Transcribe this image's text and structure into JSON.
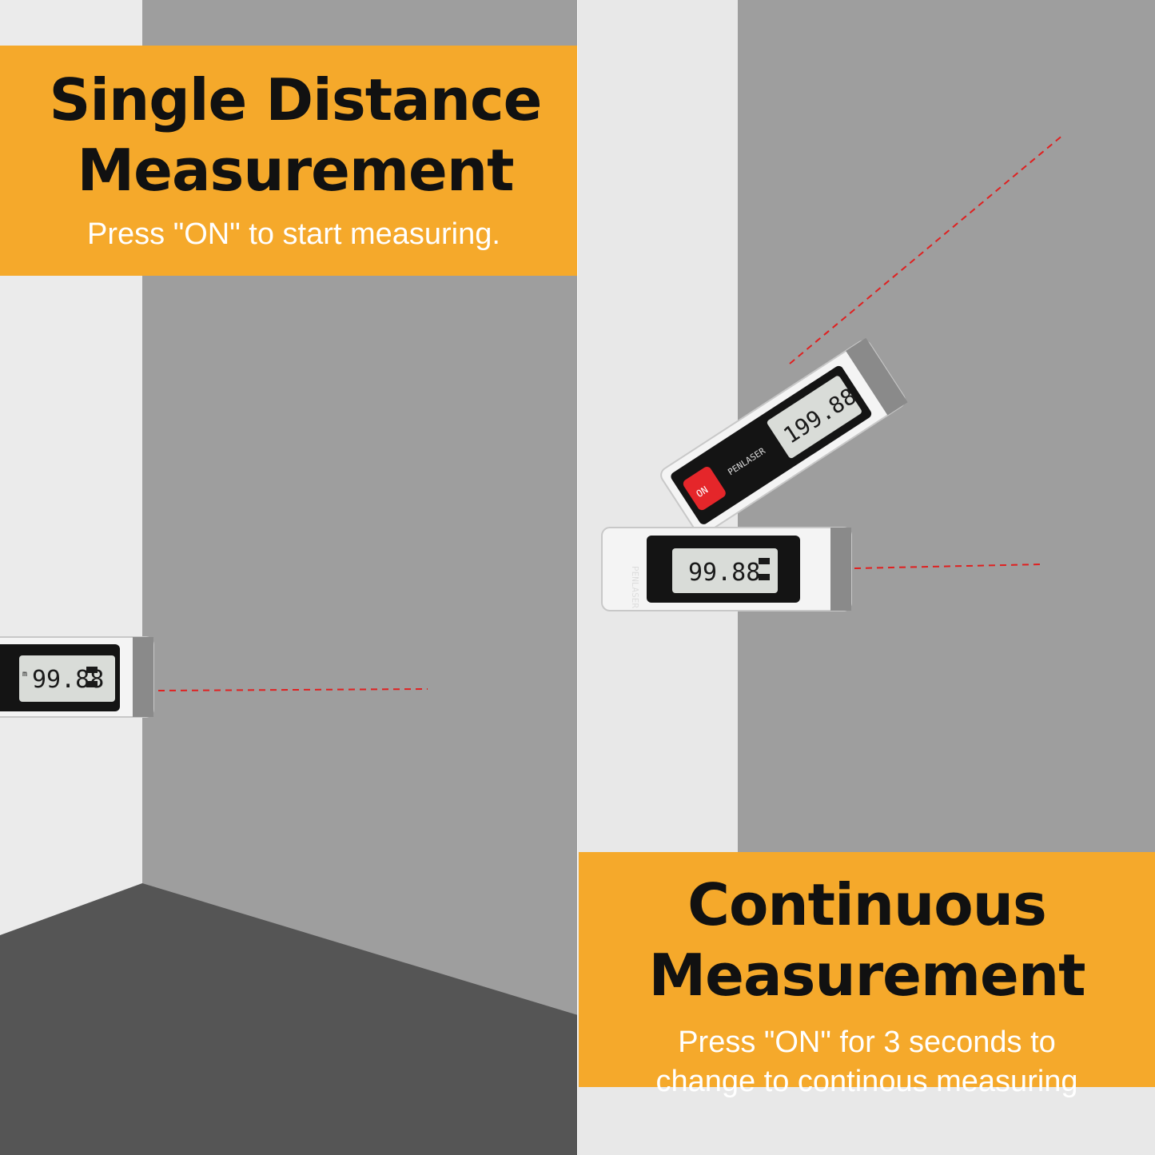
{
  "colors": {
    "accent": "#f5a92b",
    "wall_light": "#e8e8e8",
    "wall_mid": "#9e9e9e",
    "floor": "#555555",
    "laser": "#e02020",
    "on_button": "#e5262a"
  },
  "single": {
    "title_line1": "Single Distance",
    "title_line2": "Measurement",
    "subtitle": "Press \"ON\" to start measuring."
  },
  "continuous": {
    "title_line1": "Continuous",
    "title_line2": "Measurement",
    "subtitle_line1": "Press \"ON\" for 3 seconds to",
    "subtitle_line2": "change to continous measuring"
  },
  "devices": {
    "brand": "PENLASER",
    "unit": "m",
    "on_label": "ON",
    "left_reading": "99.88",
    "right_bottom_reading": "99.88",
    "right_top_reading": "199.88"
  }
}
